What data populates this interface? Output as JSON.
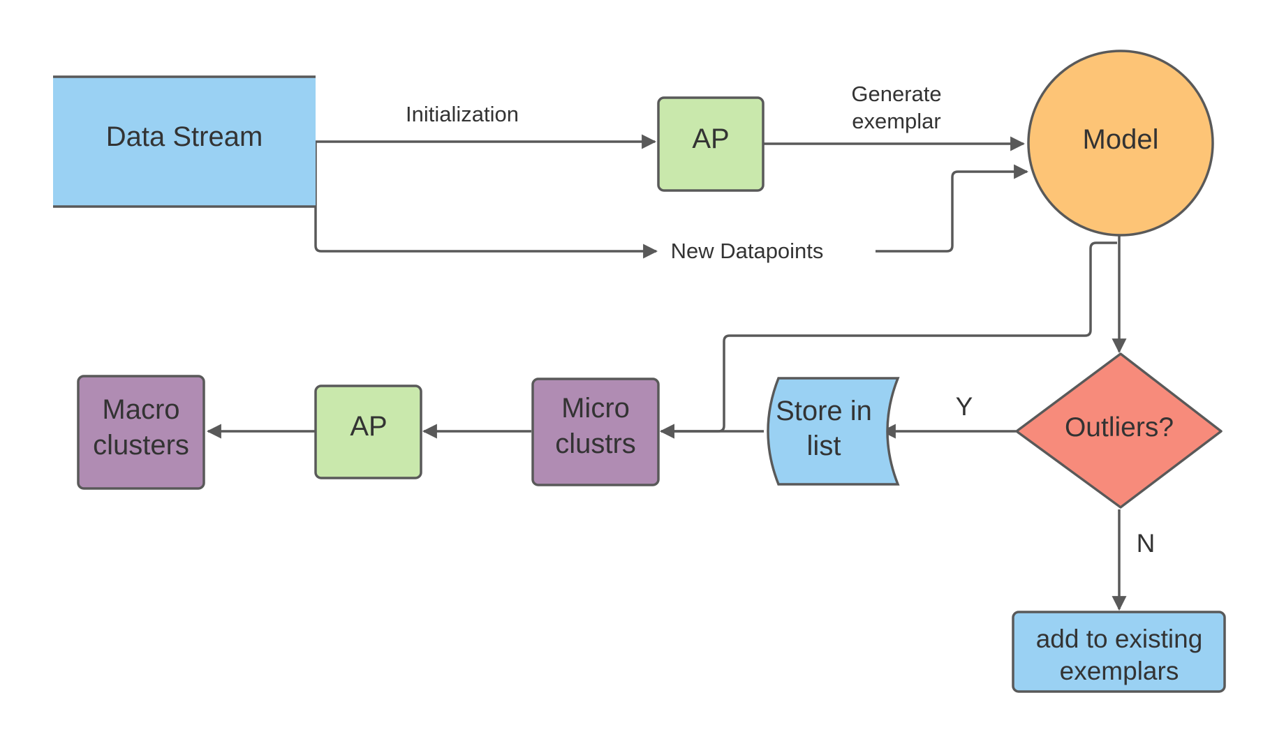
{
  "colors": {
    "stream_blue": "#9ad1f3",
    "ap_green": "#c9e8ac",
    "model_orange": "#fdc476",
    "outlier_red": "#f78b7b",
    "cluster_purple": "#b08cb3",
    "line_gray": "#595959",
    "text": "#333333"
  },
  "nodes": {
    "data_stream": "Data Stream",
    "ap_top": "AP",
    "model": "Model",
    "outliers": "Outliers?",
    "store_line1": "Store in",
    "store_line2": "list",
    "micro_line1": "Micro",
    "micro_line2": "clustrs",
    "ap_bottom": "AP",
    "macro_line1": "Macro",
    "macro_line2": "clusters",
    "add_line1": "add to existing",
    "add_line2": "exemplars"
  },
  "edges": {
    "initialization": "Initialization",
    "generate_line1": "Generate",
    "generate_line2": "exemplar",
    "new_datapoints": "New Datapoints",
    "yes": "Y",
    "no": "N"
  }
}
